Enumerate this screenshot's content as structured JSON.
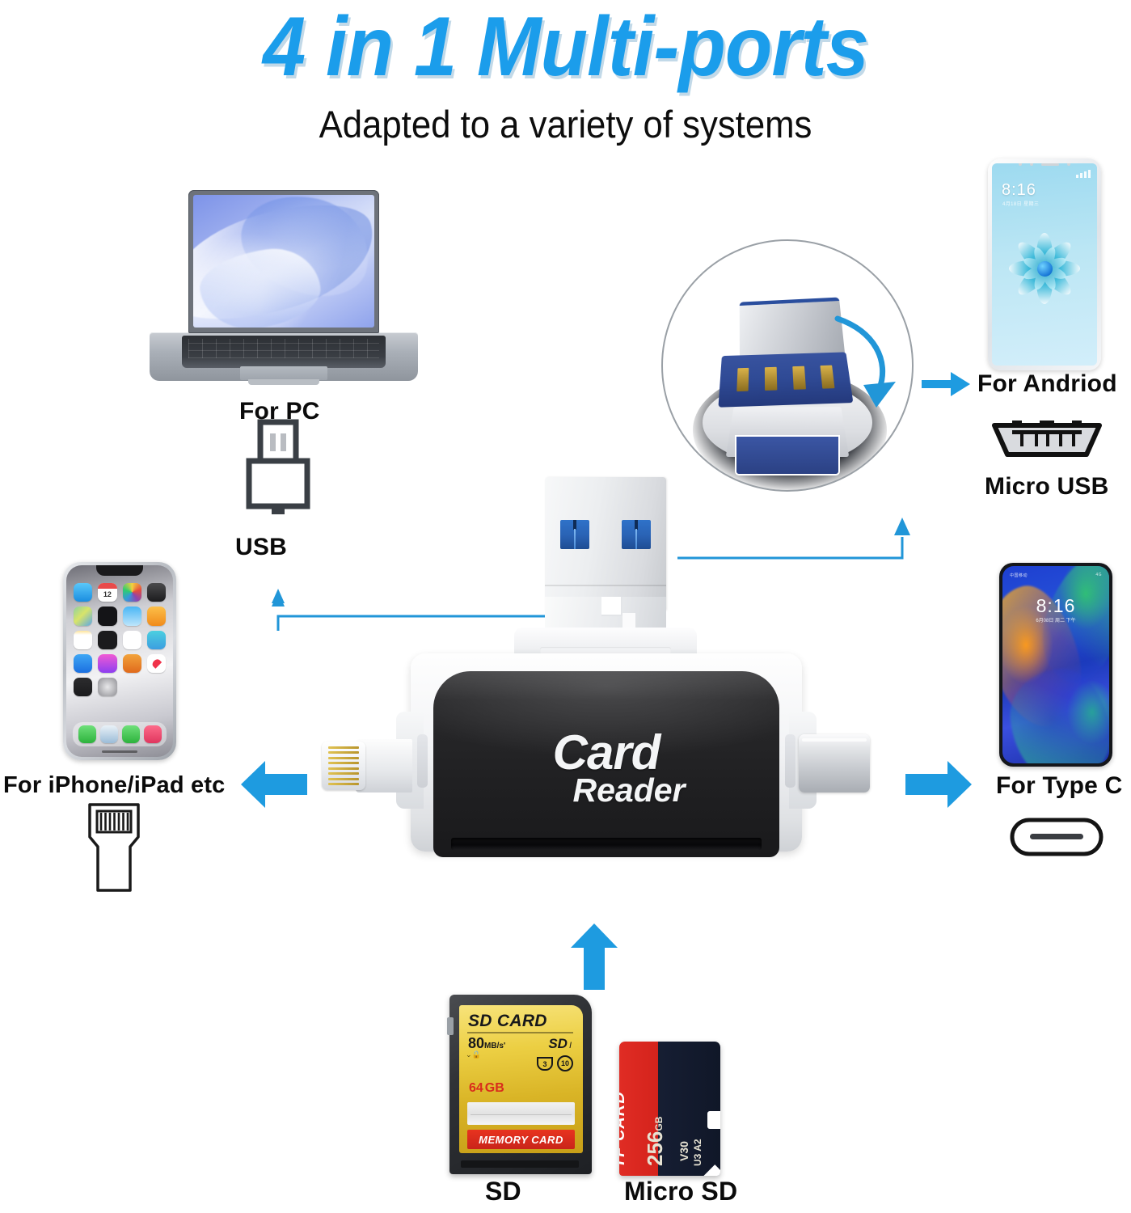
{
  "header": {
    "title": "4 in 1 Multi-ports",
    "subtitle": "Adapted to a variety of systems",
    "title_color": "#1B9DEB"
  },
  "accent": {
    "arrow_blue": "#1E9BE0",
    "callout_line": "#2196d8"
  },
  "labels": {
    "for_pc": "For PC",
    "usb": "USB",
    "for_android": "For Andriod",
    "micro_usb": "Micro USB",
    "for_iphone": "For iPhone/iPad etc",
    "for_type_c": "For Type C",
    "sd": "SD",
    "micro_sd": "Micro SD"
  },
  "device": {
    "logo_line1": "Card",
    "logo_line2": "Reader"
  },
  "phones": {
    "android": {
      "time": "8:16",
      "date": "4月18日 星期三"
    },
    "typec": {
      "time": "8:16",
      "date": "6月08日 周二 下午",
      "status_left": "中国移动",
      "status_right": "4G"
    }
  },
  "sd_card": {
    "name": "SD CARD",
    "speed": "80",
    "speed_unit": "MB/s'",
    "sd_logo": "SD",
    "sd_logo_mark": "I",
    "class_u3": "3",
    "class_c10": "10",
    "capacity": "64",
    "capacity_unit": "GB",
    "footer": "MEMORY CARD"
  },
  "micro_sd": {
    "name": "TF CARD",
    "capacity": "256",
    "capacity_unit": "GB",
    "video_class": "V30",
    "speed_class": "U3 A2"
  },
  "icons": {
    "usb_plug": "usb-plug-icon",
    "micro_usb": "micro-usb-icon",
    "lightning": "lightning-connector-icon",
    "type_c": "type-c-port-icon",
    "rotate": "rotate-arrow-icon"
  }
}
